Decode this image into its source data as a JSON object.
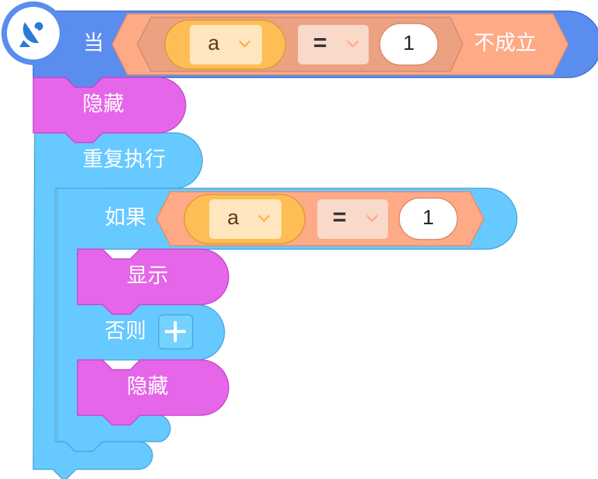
{
  "colors": {
    "event_block": "#5b8def",
    "looks_block": "#e566e8",
    "control_block": "#66c9ff",
    "operator_outer": "#ffaa87",
    "operator_inner": "#eca282",
    "variable_capsule": "#ffbe55",
    "dropdown_fill": "#ffe6bf",
    "op_dropdown_fill": "#f9d9c9",
    "number_field": "#ffffff",
    "plus_button": "#74d2ff"
  },
  "hat_block": {
    "icon": "satellite-dish-icon",
    "prefix": "当",
    "suffix": "不成立",
    "condition": {
      "variable": "a",
      "operator": "=",
      "value": "1"
    }
  },
  "blocks": {
    "hide_top": "隐藏",
    "repeat_forever": "重复执行",
    "if_else": {
      "if_label": "如果",
      "condition": {
        "variable": "a",
        "operator": "=",
        "value": "1"
      },
      "then_block": "显示",
      "else_label": "否则",
      "else_block": "隐藏",
      "plus_symbol": "+"
    }
  }
}
